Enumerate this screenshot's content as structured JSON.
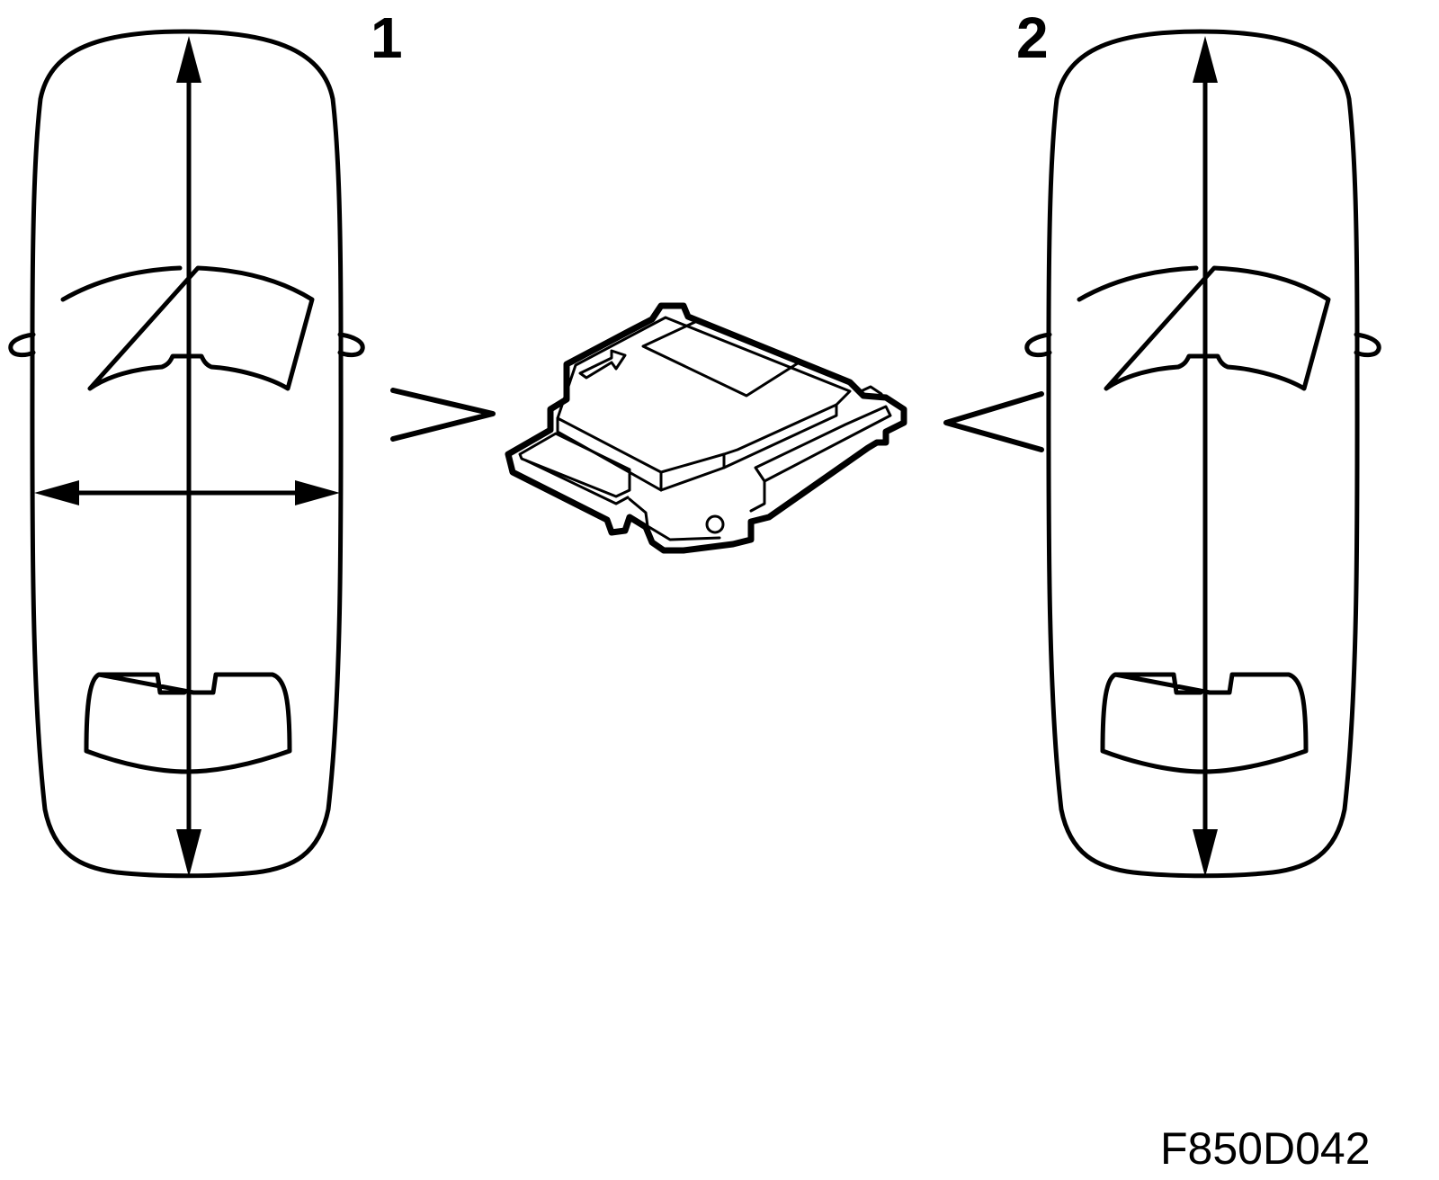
{
  "labels": {
    "view_1": "1",
    "view_2": "2",
    "figure_code": "F850D042"
  },
  "colors": {
    "line": "#000000",
    "background": "#ffffff"
  }
}
